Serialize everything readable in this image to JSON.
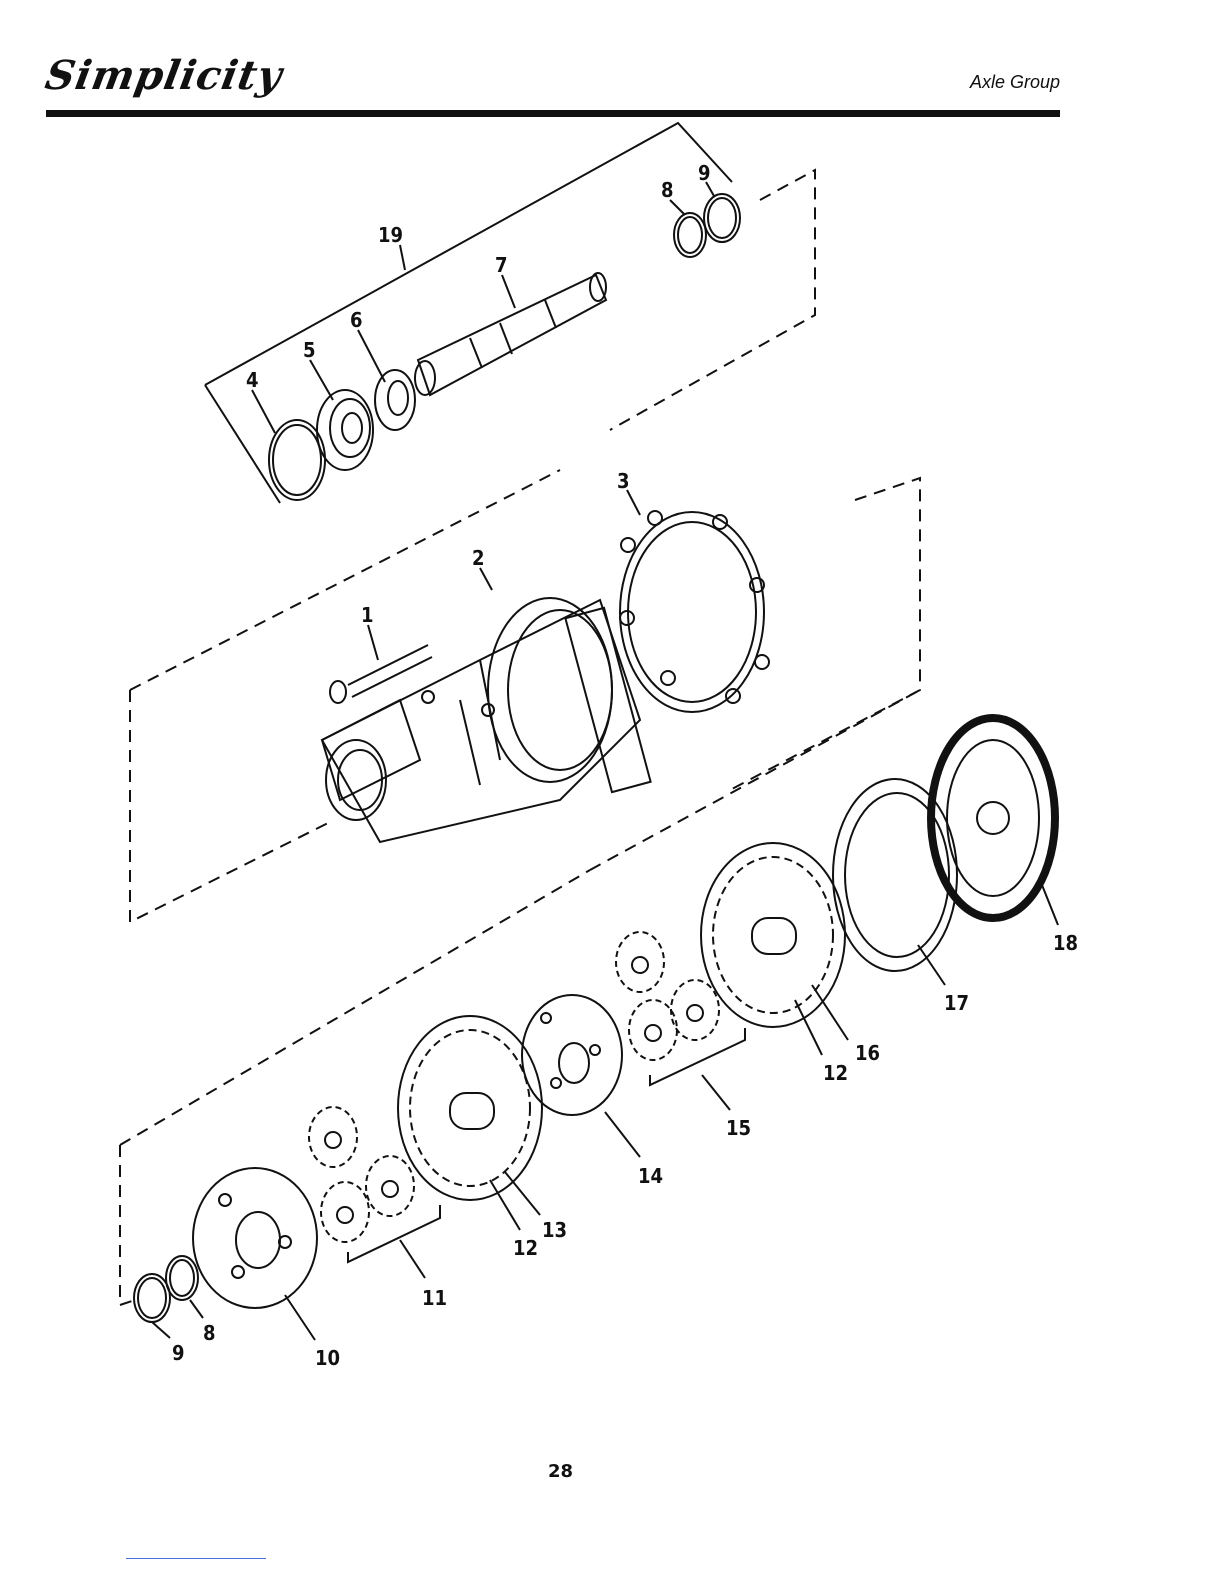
{
  "header": {
    "brand": "Simplicity",
    "section_title": "Axle Group"
  },
  "diagram": {
    "callouts": [
      "1",
      "2",
      "3",
      "4",
      "5",
      "6",
      "7",
      "8",
      "9",
      "8",
      "9",
      "10",
      "11",
      "12",
      "12",
      "13",
      "14",
      "15",
      "16",
      "17",
      "18",
      "19"
    ]
  },
  "footer": {
    "page_number": "28"
  },
  "colors": {
    "ink": "#111111",
    "paper": "#ffffff",
    "link_line": "#4a6fd6"
  }
}
